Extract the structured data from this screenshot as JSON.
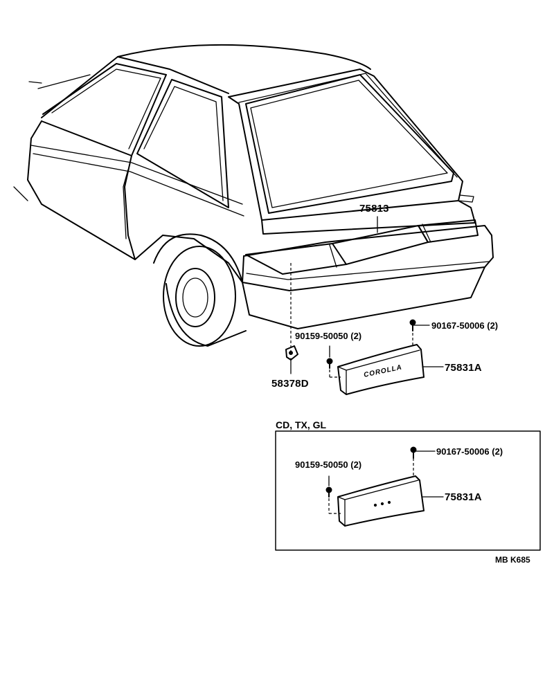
{
  "parts": {
    "rear_garnish": "75813",
    "plate": "75831A",
    "screw_upper": "90167-50006 (2)",
    "screw_lower": "90159-50050 (2)",
    "clip": "58378D"
  },
  "plate_emblem": "COROLLA",
  "inset": {
    "title": "CD, TX, GL",
    "screw_upper": "90167-50006 (2)",
    "screw_lower": "90159-50050 (2)",
    "plate": "75831A"
  },
  "diagram_code": "MB K685"
}
